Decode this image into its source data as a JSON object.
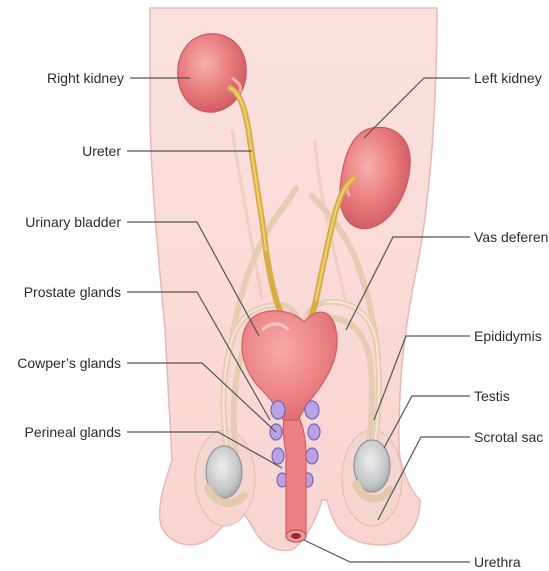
{
  "labels": {
    "right_kidney": "Right kidney",
    "ureter": "Ureter",
    "urinary_bladder": "Urinary bladder",
    "prostate_glands": "Prostate glands",
    "cowpers_glands": "Cowper’s glands",
    "perineal_glands": "Perineal glands",
    "left_kidney": "Left kidney",
    "vas_deferens": "Vas deferens",
    "epididymis": "Epididymis",
    "testis": "Testis",
    "scrotal_sac": "Scrotal sac",
    "urethra": "Urethra"
  },
  "colors": {
    "body_fill": "#f9dcd9",
    "body_edge": "#eab7b2",
    "kidney": "#e8777c",
    "ureter": "#d9b24a",
    "bladder": "#ef8a8c",
    "vas": "#ead3bd",
    "gland": "#8c73c6",
    "testis": "#c9cbcc",
    "leader": "#555555",
    "label": "#2b2b2b"
  }
}
